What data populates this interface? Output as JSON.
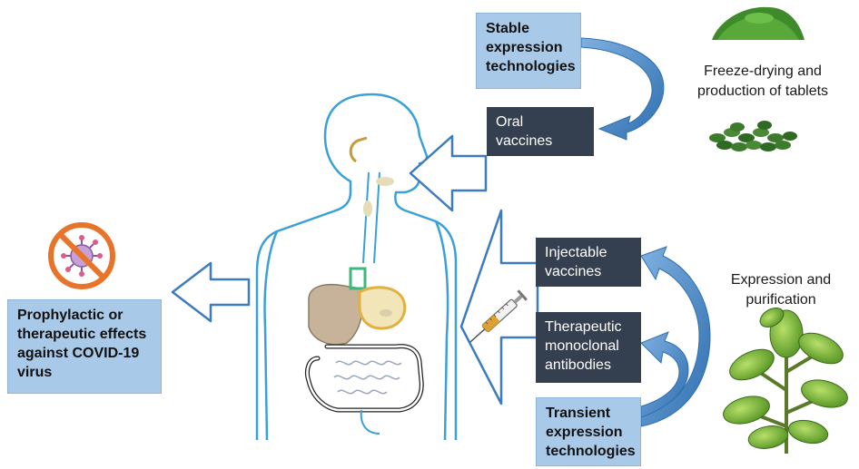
{
  "boxes": {
    "stable_expression": [
      "Stable",
      "expression",
      "technologies"
    ],
    "oral_vaccines": [
      "Oral",
      "vaccines"
    ],
    "injectable_vaccines": [
      "Injectable",
      "vaccines"
    ],
    "therapeutic_antibodies": [
      "Therapeutic",
      "monoclonal",
      "antibodies"
    ],
    "transient_expression": [
      "Transient",
      "expression",
      "technologies"
    ],
    "prophylactic_effects": [
      "Prophylactic or",
      "therapeutic effects",
      "against COVID-19",
      "virus"
    ]
  },
  "captions": {
    "freeze_drying": [
      "Freeze-drying and",
      "production of tablets"
    ],
    "expression_purification": [
      "Expression and",
      "purification"
    ]
  },
  "icons": {
    "human_body": "human-body-digestive-system-icon",
    "no_virus": "no-virus-icon",
    "syringe": "syringe-icon",
    "powder": "green-powder-icon",
    "tablets": "green-tablets-icon",
    "plant": "plant-icon"
  },
  "colors": {
    "light_box": "#a9c9e8",
    "dark_box": "#343f4f",
    "arrow_outline": "#3b7bbf",
    "curved_arrow": "#4a86c5",
    "body_outline": "#3aa0d8"
  }
}
